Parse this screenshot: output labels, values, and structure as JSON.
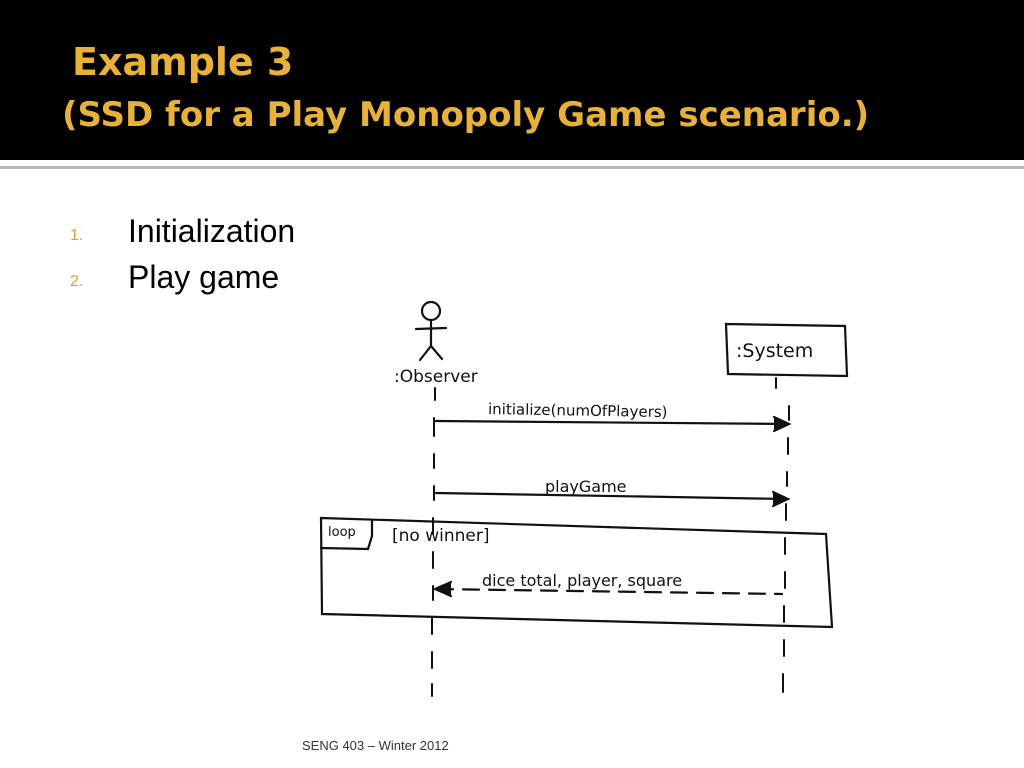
{
  "slide": {
    "title_line1": "Example 3",
    "title_line2": "(SSD for a Play Monopoly Game scenario.)",
    "list": [
      {
        "number": "1.",
        "text": "Initialization"
      },
      {
        "number": "2.",
        "text": "Play game"
      }
    ],
    "footer": "SENG 403 – Winter 2012"
  },
  "diagram": {
    "actor_label": ":Observer",
    "system_label": ":System",
    "message_1": "initialize(numOfPlayers)",
    "message_2": "playGame",
    "loop_tag": "loop",
    "loop_guard": "[no winner]",
    "return_message": "dice total, player, square"
  },
  "colors": {
    "title": "#e8b23a",
    "number": "#d9a02a",
    "title_background": "#000000"
  }
}
